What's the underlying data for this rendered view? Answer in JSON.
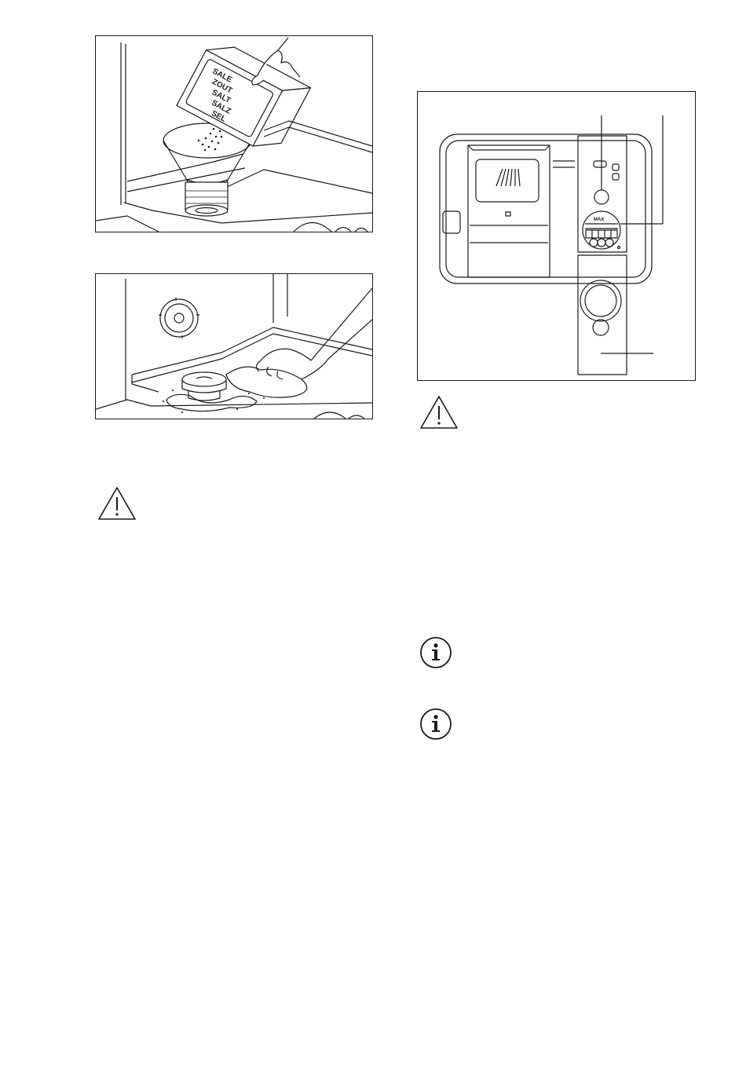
{
  "salt_box": {
    "labels": [
      "SALE",
      "ZOUT",
      "SALT",
      "SALZ",
      "SEL"
    ]
  },
  "dispenser_dial": {
    "max_label": "MAX"
  },
  "icons": {
    "warning_left": "warning-triangle-icon",
    "warning_right": "warning-triangle-icon",
    "info_1": "info-circle-icon",
    "info_2": "info-circle-icon"
  }
}
